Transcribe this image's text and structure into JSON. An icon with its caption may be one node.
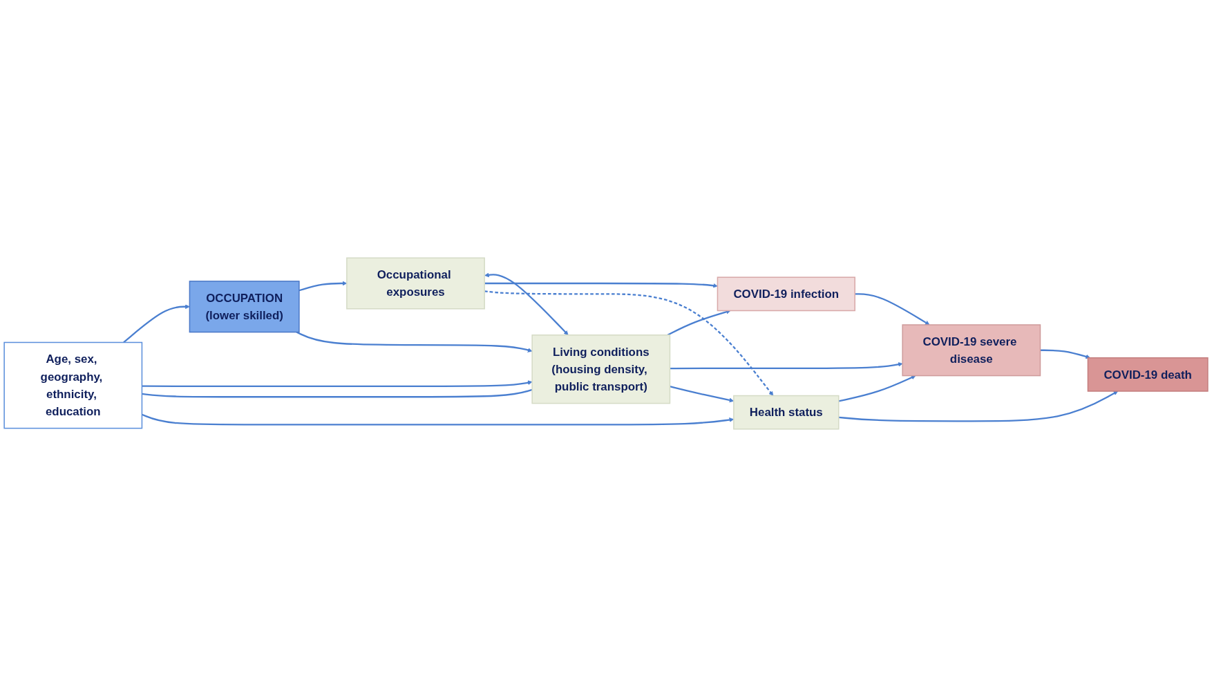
{
  "diagram": {
    "nodes": [
      {
        "text": [
          "OCCUPATION",
          "(lower skilled)"
        ]
      },
      {
        "text": [
          "Age, sex, geography, ethnicity, education"
        ]
      },
      {
        "text": [
          "Occupational exposures"
        ]
      },
      {
        "text": [
          "Living conditions",
          "(housing density, public transport)"
        ]
      },
      {
        "text": [
          "Health status"
        ]
      },
      {
        "text": [
          "COVID-19 infection"
        ]
      },
      {
        "text": [
          "COVID-19 severe disease"
        ]
      },
      {
        "text": [
          "COVID-19 death"
        ]
      }
    ],
    "edges": [
      {
        "from": 1,
        "to": 0,
        "arrow": "to"
      },
      {
        "from": 0,
        "to": 2,
        "arrow": "to"
      },
      {
        "from": 0,
        "to": 3,
        "arrow": "to"
      },
      {
        "from": 1,
        "to": 3,
        "arrow": "to"
      },
      {
        "from": 1,
        "to": 3,
        "arrow": "none"
      },
      {
        "from": 1,
        "to": 4,
        "arrow": "to"
      },
      {
        "from": 2,
        "to": 3,
        "arrow": "both"
      },
      {
        "from": 2,
        "to": 5,
        "arrow": "to"
      },
      {
        "from": 3,
        "to": 5,
        "arrow": "to"
      },
      {
        "from": 3,
        "to": 6,
        "arrow": "to"
      },
      {
        "from": 4,
        "to": 6,
        "arrow": "to"
      },
      {
        "from": 2,
        "to": 4,
        "arrow": "to",
        "style": "dashed"
      },
      {
        "from": 3,
        "to": 4,
        "arrow": "to"
      },
      {
        "from": 4,
        "to": 7,
        "arrow": "to"
      },
      {
        "from": 5,
        "to": 6,
        "arrow": "to"
      },
      {
        "from": 6,
        "to": 7,
        "arrow": "to"
      }
    ]
  }
}
